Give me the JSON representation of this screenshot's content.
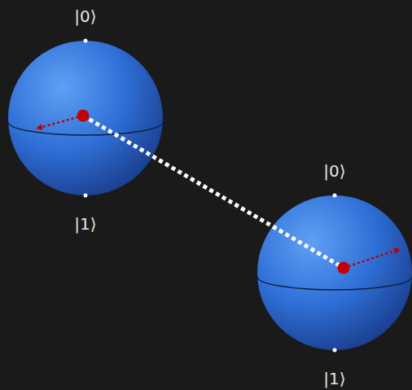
{
  "diagram": {
    "nodes": [
      {
        "text": [
          "|0⟩",
          "|1⟩"
        ]
      },
      {
        "text": [
          "|0⟩",
          "|1⟩"
        ]
      }
    ],
    "edges": [
      {
        "from": 0,
        "to": 1,
        "arrow": "none"
      }
    ]
  }
}
